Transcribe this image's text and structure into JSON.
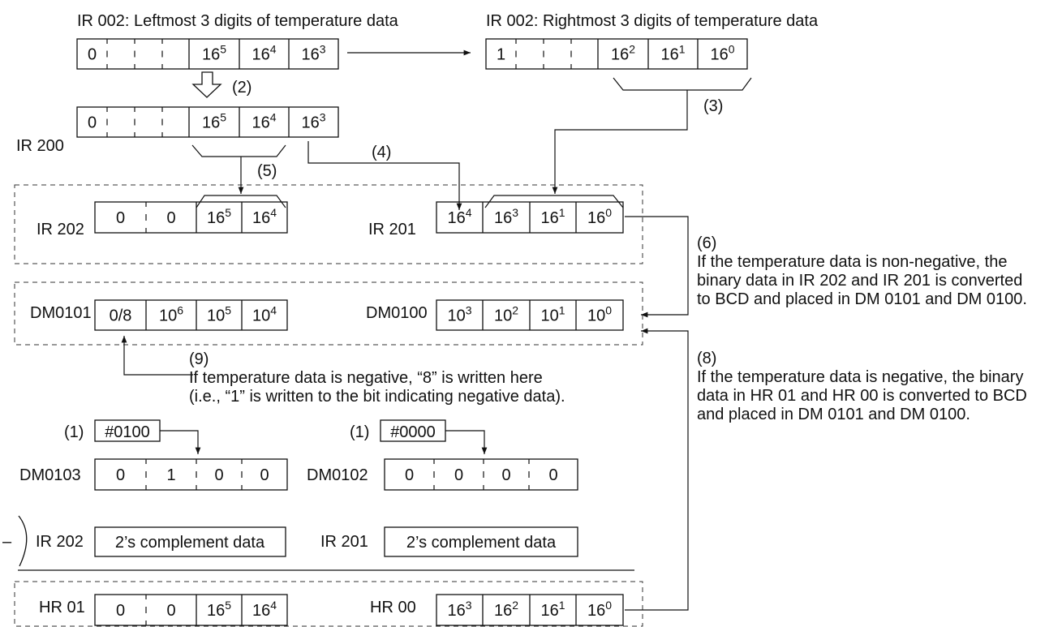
{
  "captions": {
    "ir002_left": "IR 002: Leftmost 3 digits of temperature data",
    "ir002_right": "IR 002: Rightmost 3 digits of temperature data"
  },
  "registers": {
    "ir002_left": [
      "0",
      "",
      "",
      "",
      "16^5",
      "16^4",
      "16^3"
    ],
    "ir002_right": [
      "1",
      "",
      "",
      "",
      "16^2",
      "16^1",
      "16^0"
    ],
    "ir200": {
      "label": "IR 200",
      "cells": [
        "0",
        "",
        "",
        "",
        "16^5",
        "16^4",
        "16^3"
      ]
    },
    "ir202": {
      "label": "IR 202",
      "cells": [
        "0",
        "0",
        "16^5",
        "16^4"
      ]
    },
    "ir201": {
      "label": "IR 201",
      "cells": [
        "16^4",
        "16^3",
        "16^1",
        "16^0"
      ]
    },
    "dm0101": {
      "label": "DM0101",
      "cells": [
        "0/8",
        "10^6",
        "10^5",
        "10^4"
      ]
    },
    "dm0100": {
      "label": "DM0100",
      "cells": [
        "10^3",
        "10^2",
        "10^1",
        "10^0"
      ]
    },
    "dm0103": {
      "label": "DM0103",
      "cells": [
        "0",
        "1",
        "0",
        "0"
      ]
    },
    "dm0102": {
      "label": "DM0102",
      "cells": [
        "0",
        "0",
        "0",
        "0"
      ]
    },
    "ir202_comp": {
      "label": "IR 202",
      "text": "2’s complement data"
    },
    "ir201_comp": {
      "label": "IR 201",
      "text": "2’s complement data"
    },
    "hr01": {
      "label": "HR 01",
      "cells": [
        "0",
        "0",
        "16^5",
        "16^4"
      ]
    },
    "hr00": {
      "label": "HR 00",
      "cells": [
        "16^3",
        "16^2",
        "16^1",
        "16^0"
      ]
    }
  },
  "constants": {
    "c1": "#0100",
    "c2": "#0000"
  },
  "steps": {
    "s1": "(1)",
    "s2": "(2)",
    "s3": "(3)",
    "s4": "(4)",
    "s5": "(5)",
    "s6": "(6)",
    "s8": "(8)",
    "s9": "(9)"
  },
  "notes": {
    "n6": [
      "If the temperature data is non-negative, the",
      "binary data in IR 202 and IR 201 is converted",
      "to BCD and placed in DM 0101 and DM 0100."
    ],
    "n8": [
      "If the temperature data is negative, the binary",
      "data in HR 01 and HR 00 is converted to BCD",
      "and placed in DM 0101 and DM 0100."
    ],
    "n9": [
      "If temperature data is negative, “8” is written here",
      "(i.e., “1” is written to the bit indicating negative data)."
    ]
  },
  "minus_sign": "–"
}
